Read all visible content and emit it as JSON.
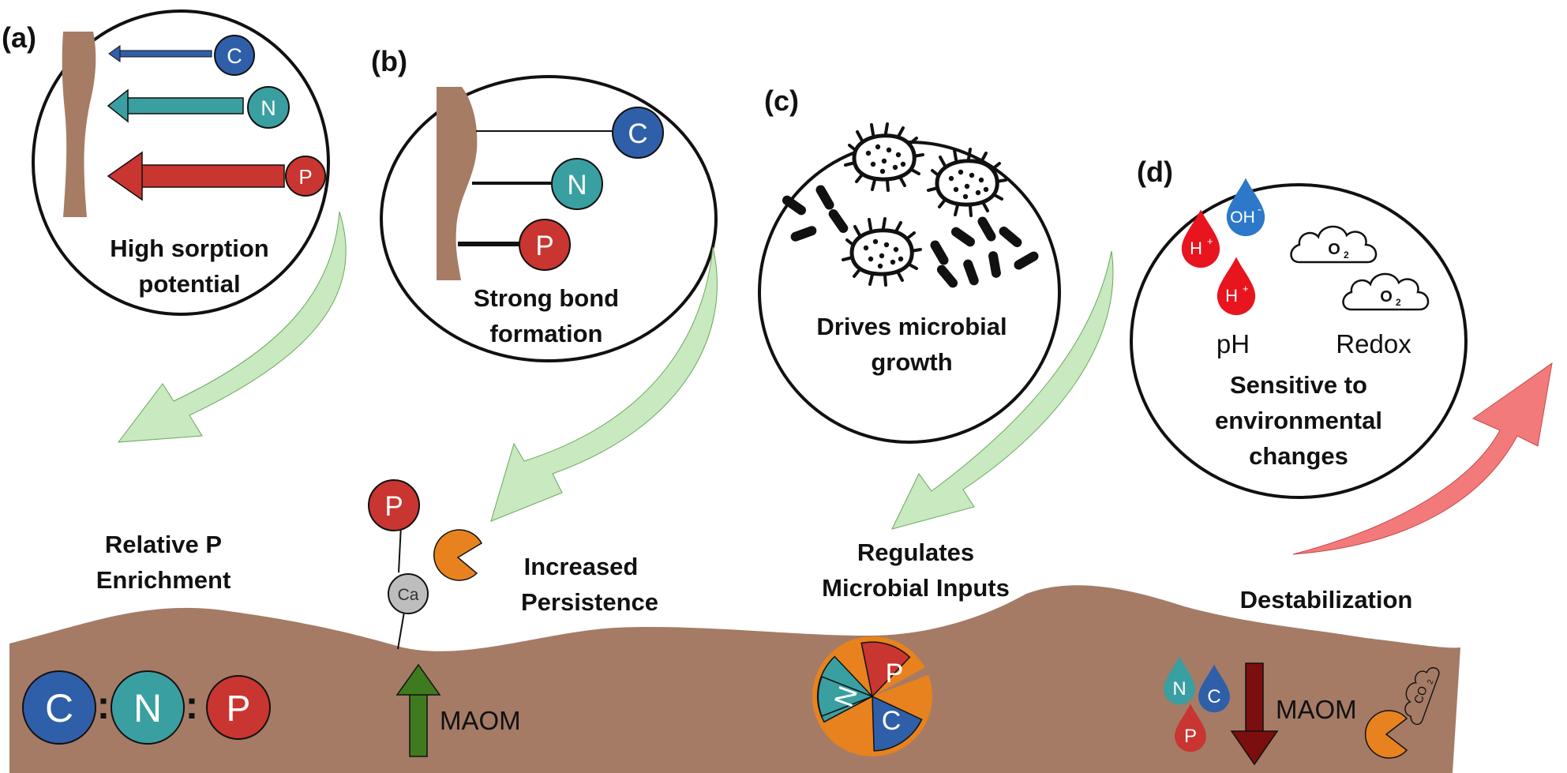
{
  "panels": {
    "a": {
      "label": "(a)",
      "caption_lines": [
        "High sorption",
        "potential"
      ],
      "outcome_lines": [
        "Relative P",
        "Enrichment"
      ]
    },
    "b": {
      "label": "(b)",
      "caption_lines": [
        "Strong bond",
        "formation"
      ],
      "outcome_lines": [
        "Increased",
        "Persistence"
      ]
    },
    "c": {
      "label": "(c)",
      "caption_lines": [
        "Drives microbial",
        "growth"
      ],
      "outcome_lines": [
        "Regulates",
        "Microbial Inputs"
      ]
    },
    "d": {
      "label": "(d)",
      "caption_lines": [
        "Sensitive to",
        "environmental",
        "changes"
      ],
      "outcome_lines": [
        "Destabilization"
      ]
    }
  },
  "elements": {
    "carbon": "C",
    "nitrogen": "N",
    "phosphorus": "P",
    "calcium": "Ca"
  },
  "ions": {
    "proton": "H",
    "proton_charge": "+",
    "hydroxide": "OH",
    "hydroxide_charge": "-",
    "oxygen": "O",
    "oxygen_sub": "2",
    "co2": "CO",
    "co2_sub": "2"
  },
  "env_labels": {
    "ph": "pH",
    "redox": "Redox"
  },
  "ratio_separator": ":",
  "maom_label": "MAOM",
  "colors": {
    "carbon": "#2f5fa8",
    "nitrogen": "#3a9fa0",
    "phosphorus": "#c93530",
    "calcium": "#bdbdbd",
    "soil": "#a57b66",
    "mineral": "#a67c65",
    "green_arrow": "#c9e9c0",
    "red_arrow": "#f37a7a",
    "orange": "#e8821e",
    "maom_up": "#3f7a1f",
    "maom_down": "#7b0e0e",
    "hplus": "#e8141e",
    "ohminus": "#2d78c8"
  },
  "icons": [
    "microbe-icon",
    "rod-bacteria-icon",
    "cloud-icon",
    "droplet-icon",
    "pacman-icon"
  ]
}
